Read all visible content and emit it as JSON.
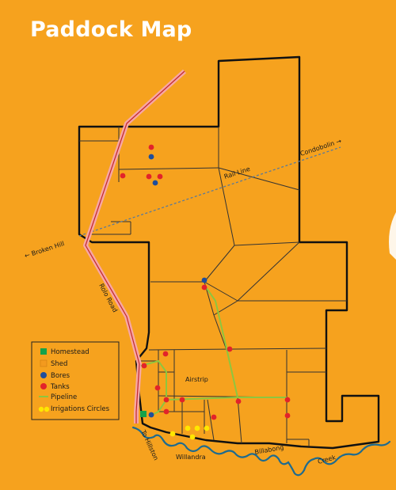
{
  "title": "Paddock Map",
  "labels": {
    "road": "Rolo Road",
    "rail": "Rail Line",
    "condobolin": "Condobolin →",
    "broken_hill": "← Broken Hill",
    "hillston": "To Hillston",
    "airstrip": "Airstrip",
    "willandra": "Willandra",
    "billabong": "Billabong",
    "creek": "Creek"
  },
  "legend": [
    {
      "label": "Homestead",
      "symbol": "square",
      "color": "#16A24A"
    },
    {
      "label": "Shed",
      "symbol": "square",
      "color": "#F39A1E"
    },
    {
      "label": "Bores",
      "symbol": "circle",
      "color": "#1F4E9B"
    },
    {
      "label": "Tanks",
      "symbol": "circle",
      "color": "#E2232A"
    },
    {
      "label": "Pipeline",
      "symbol": "line",
      "color": "#8DC63F"
    },
    {
      "label": "Irrigations Circles",
      "symbol": "circle",
      "color": "#FFE600"
    }
  ],
  "colors": {
    "background": "#F6A21E",
    "boundary": "#111111",
    "road": "#F7A6A4",
    "rail": "#5B7A99",
    "creek": "#1E6B8F"
  }
}
